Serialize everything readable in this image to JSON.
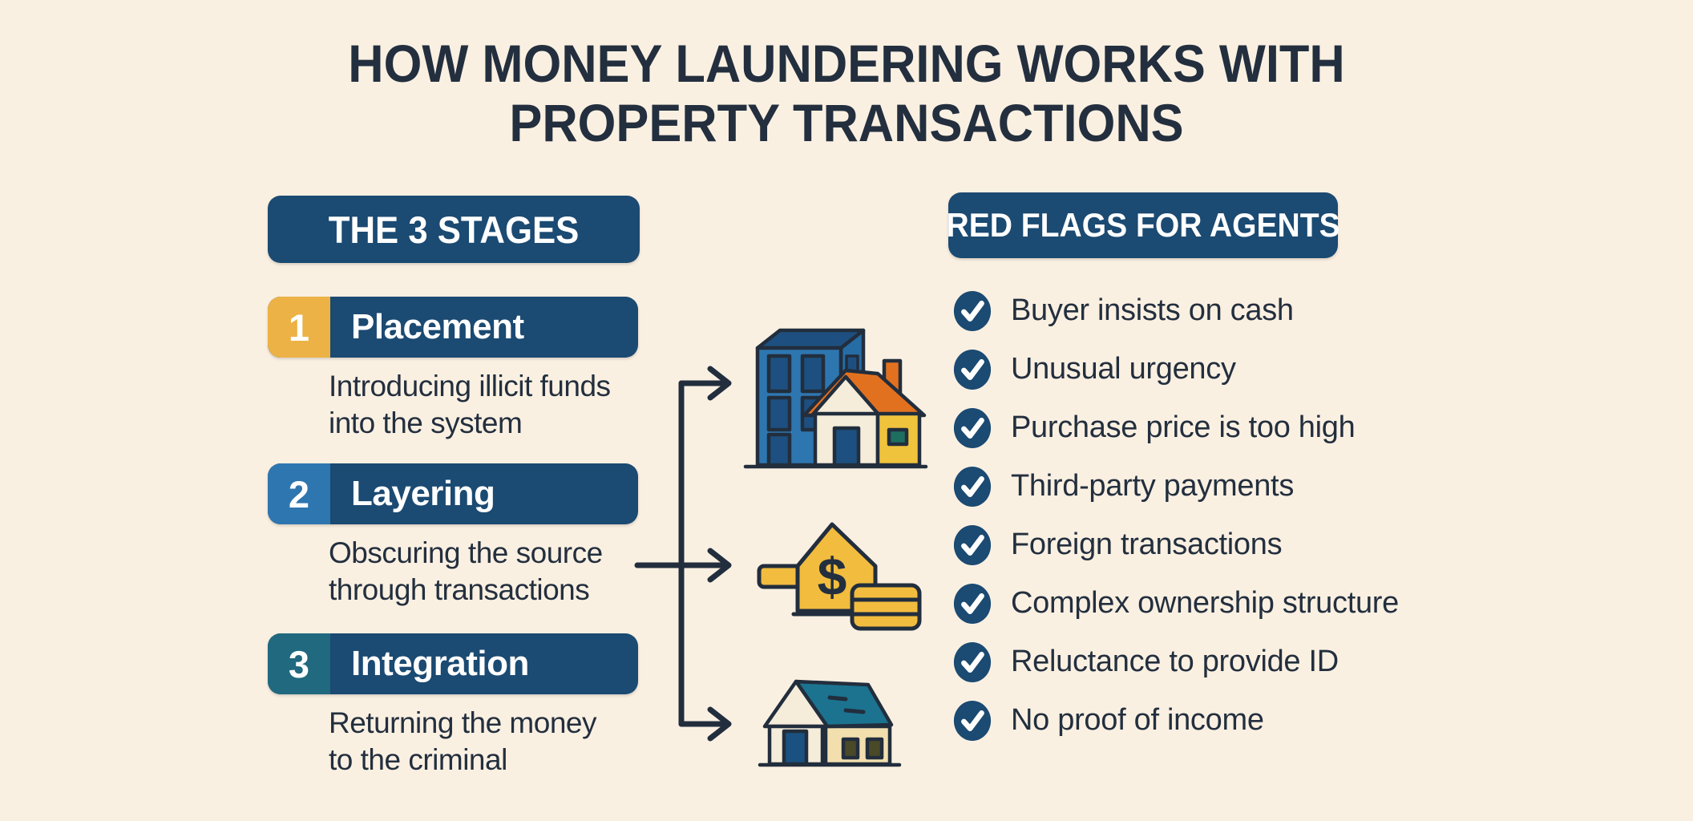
{
  "title": {
    "lines": [
      "HOW MONEY LAUNDERING WORKS WITH",
      "PROPERTY TRANSACTIONS"
    ]
  },
  "stages_section": {
    "header": "THE 3 STAGES",
    "stages": [
      {
        "number": "1",
        "name": "Placement",
        "description": "Introducing illicit funds into the system",
        "description_lines": [
          "Introducing illicit funds",
          "into the system"
        ],
        "accent_color": "#ECB246",
        "icon": "apartment-building-and-house-icon"
      },
      {
        "number": "2",
        "name": "Layering",
        "description": "Obscuring the source through transactions",
        "description_lines": [
          "Obscuring the source",
          "through transactions"
        ],
        "accent_color": "#2E76B0",
        "icon": "house-shaped-arrow-with-dollar-and-coins-icon"
      },
      {
        "number": "3",
        "name": "Integration",
        "description": "Returning the money to the criminal",
        "description_lines": [
          "Returning the money",
          "to the criminal"
        ],
        "accent_color": "#20697F",
        "icon": "suburban-house-icon"
      }
    ]
  },
  "flow": {
    "icons": [
      {
        "name": "apartment-building-and-house-icon"
      },
      {
        "name": "house-shaped-arrow-with-dollar-and-coins-icon"
      },
      {
        "name": "suburban-house-icon"
      }
    ],
    "dollar_sign": "$"
  },
  "red_flags_section": {
    "header": "RED FLAGS FOR AGENTS",
    "bullet_icon": "check-circle-icon",
    "items": [
      "Buyer insists on cash",
      "Unusual urgency",
      "Purchase price is too high",
      "Third-party payments",
      "Foreign transactions",
      "Complex ownership structure",
      "Reluctance to provide ID",
      "No proof of income"
    ]
  },
  "colors": {
    "background": "#FAF0E2",
    "navy": "#1B4A72",
    "text_dark": "#232F3E",
    "outline_dark": "#222E3D",
    "stage1_yellow": "#ECB246",
    "stage2_blue": "#2E76B0",
    "stage3_teal": "#20697F",
    "icon_blue_front": "#2E76B0",
    "icon_blue_dark": "#1D5080",
    "icon_blue_side": "#266DA6",
    "icon_orange": "#E2711F",
    "icon_yellow": "#F2BC3F",
    "icon_house_yellow": "#F0C33C",
    "icon_cream": "#F5ECD9",
    "icon_tan": "#F3DFAE",
    "icon_teal_roof": "#1B7390",
    "icon_window_teal": "#1E6F60",
    "icon_window_olive": "#4A4A28"
  }
}
